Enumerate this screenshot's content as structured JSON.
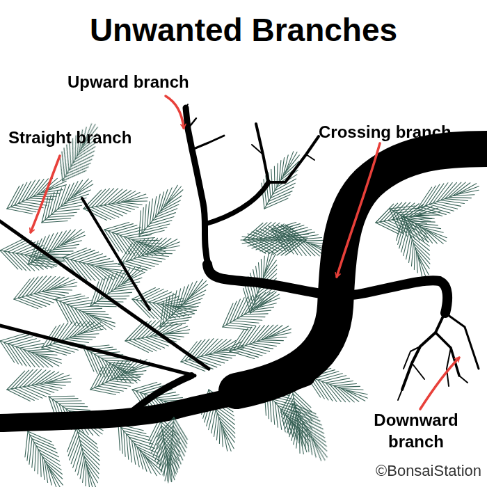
{
  "diagram": {
    "title": "Unwanted Branches",
    "labels": [
      "Upward branch",
      "Straight branch",
      "Crossing branch",
      "Downward branch",
      "©BonsaiStation"
    ]
  }
}
